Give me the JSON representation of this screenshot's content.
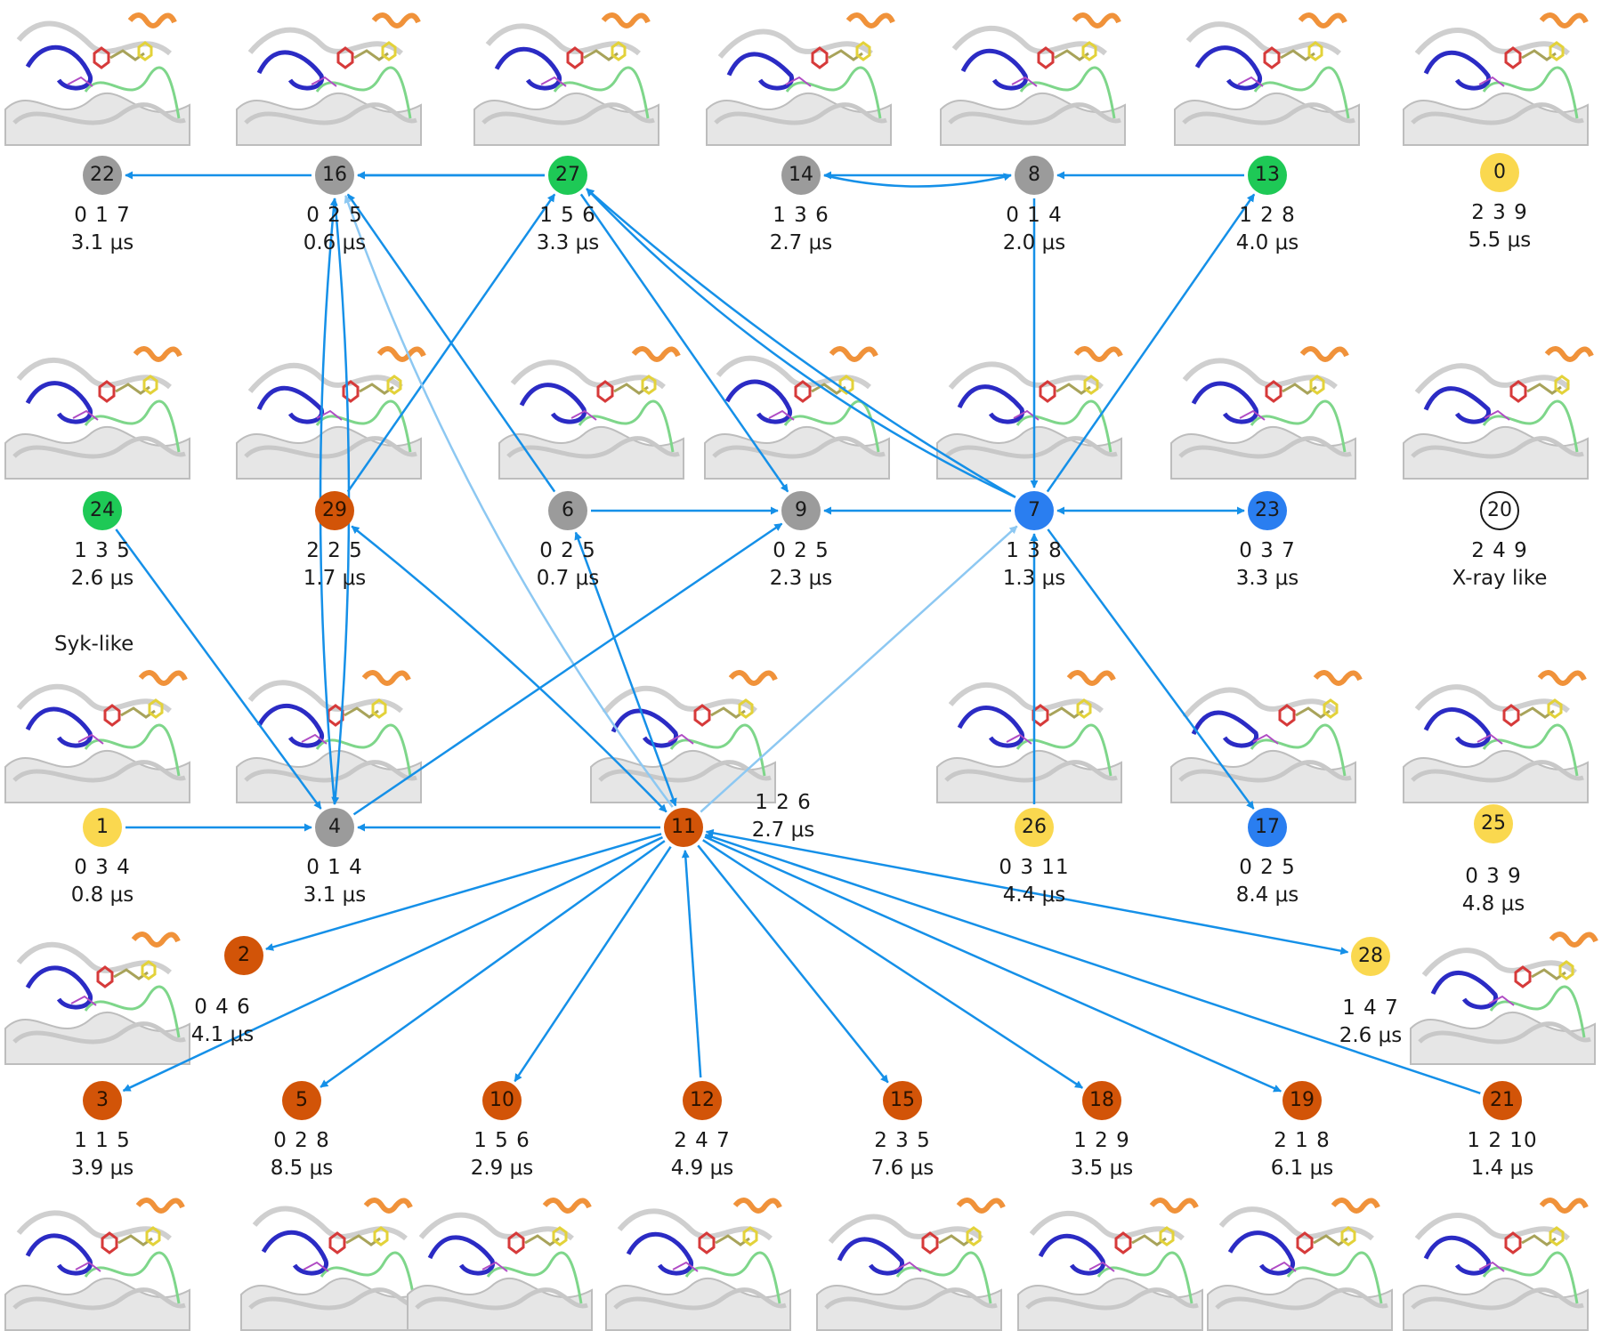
{
  "colors": {
    "grey": "#9b9b9b",
    "green": "#1ec956",
    "blue": "#2a7ef0",
    "orange": "#d25408",
    "yellow": "#fad84f",
    "arrow": "#1590e8",
    "arrow_light": "#8dc8f2"
  },
  "notes": {
    "syk_like": "Syk-like",
    "xray_like": "X-ray like"
  },
  "states": [
    {
      "id": "22",
      "cluster": "grey",
      "counts": "0 1 7",
      "time": "3.1 μs"
    },
    {
      "id": "16",
      "cluster": "grey",
      "counts": "0 2 5",
      "time": "0.6 μs"
    },
    {
      "id": "27",
      "cluster": "green",
      "counts": "1 5 6",
      "time": "3.3 μs"
    },
    {
      "id": "14",
      "cluster": "grey",
      "counts": "1 3 6",
      "time": "2.7 μs"
    },
    {
      "id": "8",
      "cluster": "grey",
      "counts": "0 1 4",
      "time": "2.0 μs"
    },
    {
      "id": "13",
      "cluster": "green",
      "counts": "1 2 8",
      "time": "4.0 μs"
    },
    {
      "id": "0",
      "cluster": "yellow",
      "counts": "2 3 9",
      "time": "5.5 μs"
    },
    {
      "id": "24",
      "cluster": "green",
      "counts": "1 3 5",
      "time": "2.6 μs"
    },
    {
      "id": "29",
      "cluster": "orange",
      "counts": "2 2 5",
      "time": "1.7 μs"
    },
    {
      "id": "6",
      "cluster": "grey",
      "counts": "0 2 5",
      "time": "0.7 μs"
    },
    {
      "id": "9",
      "cluster": "grey",
      "counts": "0 2 5",
      "time": "2.3 μs"
    },
    {
      "id": "7",
      "cluster": "blue",
      "counts": "1 3 8",
      "time": "1.3 μs"
    },
    {
      "id": "23",
      "cluster": "blue",
      "counts": "0 3 7",
      "time": "3.3 μs"
    },
    {
      "id": "20",
      "cluster": "outline",
      "counts": "2 4 9",
      "time": "X-ray like"
    },
    {
      "id": "1",
      "cluster": "yellow",
      "counts": "0 3 4",
      "time": "0.8 μs"
    },
    {
      "id": "4",
      "cluster": "grey",
      "counts": "0 1 4",
      "time": "3.1 μs"
    },
    {
      "id": "11",
      "cluster": "orange",
      "counts": "1 2 6",
      "time": "2.7 μs"
    },
    {
      "id": "26",
      "cluster": "yellow",
      "counts": "0 3 11",
      "time": "4.4 μs"
    },
    {
      "id": "17",
      "cluster": "blue",
      "counts": "0 2 5",
      "time": "8.4 μs"
    },
    {
      "id": "25",
      "cluster": "yellow",
      "counts": "0 3 9",
      "time": "4.8 μs"
    },
    {
      "id": "2",
      "cluster": "orange",
      "counts": "0 4 6",
      "time": "4.1 μs"
    },
    {
      "id": "28",
      "cluster": "yellow",
      "counts": "1 4 7",
      "time": "2.6 μs"
    },
    {
      "id": "3",
      "cluster": "orange",
      "counts": "1 1 5",
      "time": "3.9 μs"
    },
    {
      "id": "5",
      "cluster": "orange",
      "counts": "0 2 8",
      "time": "8.5 μs"
    },
    {
      "id": "10",
      "cluster": "orange",
      "counts": "1 5 6",
      "time": "2.9 μs"
    },
    {
      "id": "12",
      "cluster": "orange",
      "counts": "2 4 7",
      "time": "4.9 μs"
    },
    {
      "id": "15",
      "cluster": "orange",
      "counts": "2 3 5",
      "time": "7.6 μs"
    },
    {
      "id": "18",
      "cluster": "orange",
      "counts": "1 2 9",
      "time": "3.5 μs"
    },
    {
      "id": "19",
      "cluster": "orange",
      "counts": "2 1 8",
      "time": "6.1 μs"
    },
    {
      "id": "21",
      "cluster": "orange",
      "counts": "1 2 10",
      "time": "1.4 μs"
    }
  ],
  "transitions": [
    {
      "from": "16",
      "to": "22"
    },
    {
      "from": "27",
      "to": "16"
    },
    {
      "from": "8",
      "to": "14"
    },
    {
      "from": "13",
      "to": "8"
    },
    {
      "from": "14",
      "to": "8"
    },
    {
      "from": "8",
      "to": "7"
    },
    {
      "from": "7",
      "to": "13"
    },
    {
      "from": "7",
      "to": "27"
    },
    {
      "from": "7",
      "to": "27"
    },
    {
      "from": "27",
      "to": "16"
    },
    {
      "from": "27",
      "to": "9"
    },
    {
      "from": "29",
      "to": "27"
    },
    {
      "from": "6",
      "to": "16"
    },
    {
      "from": "11",
      "to": "16",
      "style": "light"
    },
    {
      "from": "16",
      "to": "4"
    },
    {
      "from": "4",
      "to": "16"
    },
    {
      "from": "24",
      "to": "4"
    },
    {
      "from": "6",
      "to": "9"
    },
    {
      "from": "7",
      "to": "9"
    },
    {
      "from": "7",
      "to": "23",
      "style": "both"
    },
    {
      "from": "26",
      "to": "7"
    },
    {
      "from": "7",
      "to": "17"
    },
    {
      "from": "6",
      "to": "11",
      "style": "both"
    },
    {
      "from": "11",
      "to": "29",
      "style": "both"
    },
    {
      "from": "4",
      "to": "9"
    },
    {
      "from": "11",
      "to": "7",
      "style": "light"
    },
    {
      "from": "1",
      "to": "4"
    },
    {
      "from": "11",
      "to": "4"
    },
    {
      "from": "11",
      "to": "2"
    },
    {
      "from": "11",
      "to": "3"
    },
    {
      "from": "11",
      "to": "5"
    },
    {
      "from": "11",
      "to": "10"
    },
    {
      "from": "12",
      "to": "11"
    },
    {
      "from": "11",
      "to": "15"
    },
    {
      "from": "11",
      "to": "18"
    },
    {
      "from": "11",
      "to": "19"
    },
    {
      "from": "21",
      "to": "11"
    },
    {
      "from": "11",
      "to": "28",
      "style": "both"
    }
  ]
}
